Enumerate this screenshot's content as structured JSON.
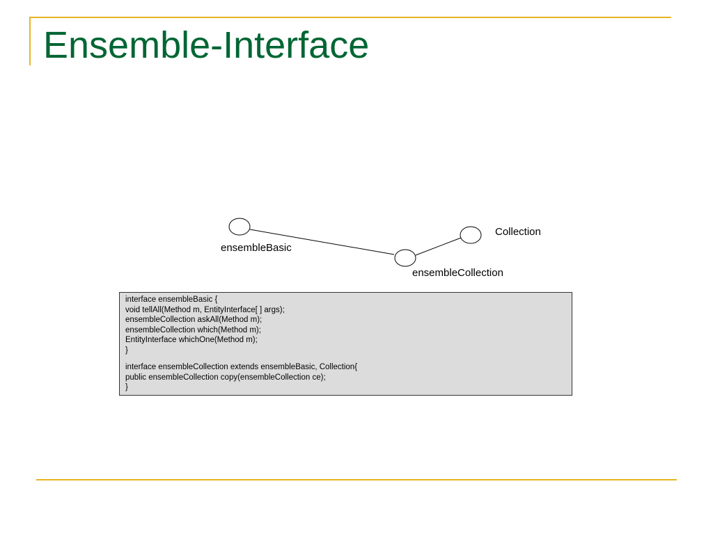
{
  "title": "Ensemble-Interface",
  "diagram": {
    "nodes": [
      {
        "id": "ensembleBasic",
        "label": "ensembleBasic"
      },
      {
        "id": "ensembleCollection",
        "label": "ensembleCollection"
      },
      {
        "id": "Collection",
        "label": "Collection"
      }
    ],
    "edges": [
      {
        "from": "ensembleBasic",
        "to": "ensembleCollection"
      },
      {
        "from": "Collection",
        "to": "ensembleCollection"
      }
    ]
  },
  "code": {
    "block1": [
      "interface ensembleBasic {",
      "void tellAll(Method m, EntityInterface[ ] args);",
      "ensembleCollection askAll(Method m);",
      "ensembleCollection which(Method m);",
      "EntityInterface whichOne(Method m);",
      "}"
    ],
    "block2": [
      "interface ensembleCollection extends ensembleBasic, Collection{",
      "public ensembleCollection copy(ensembleCollection ce);",
      "}"
    ]
  },
  "colors": {
    "title": "#006633",
    "accent": "#e6b422",
    "code_background": "#dcdcdc"
  }
}
